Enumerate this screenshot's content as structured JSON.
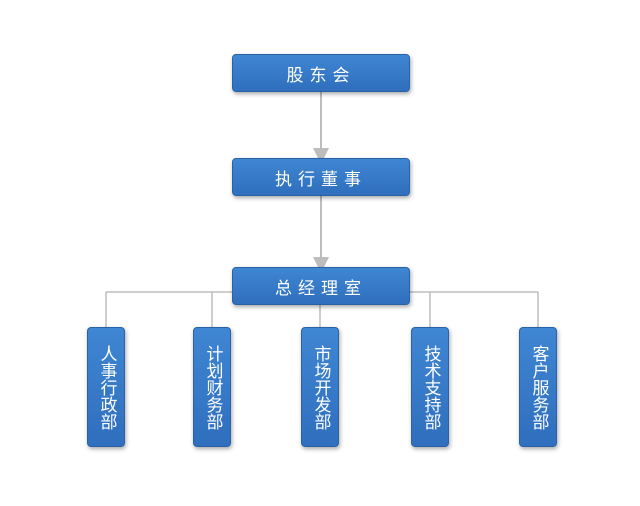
{
  "nodes": {
    "shareholders": "股东会",
    "executive_director": "执行董事",
    "general_manager_office": "总经理室"
  },
  "departments": [
    "人事行政部",
    "计划财务部",
    "市场开发部",
    "技术支持部",
    "客户服务部"
  ],
  "colors": {
    "node_fill": "#3579c8",
    "node_border": "#2a62a8",
    "node_text": "#ffffff",
    "connector": "#bdbdbd"
  }
}
